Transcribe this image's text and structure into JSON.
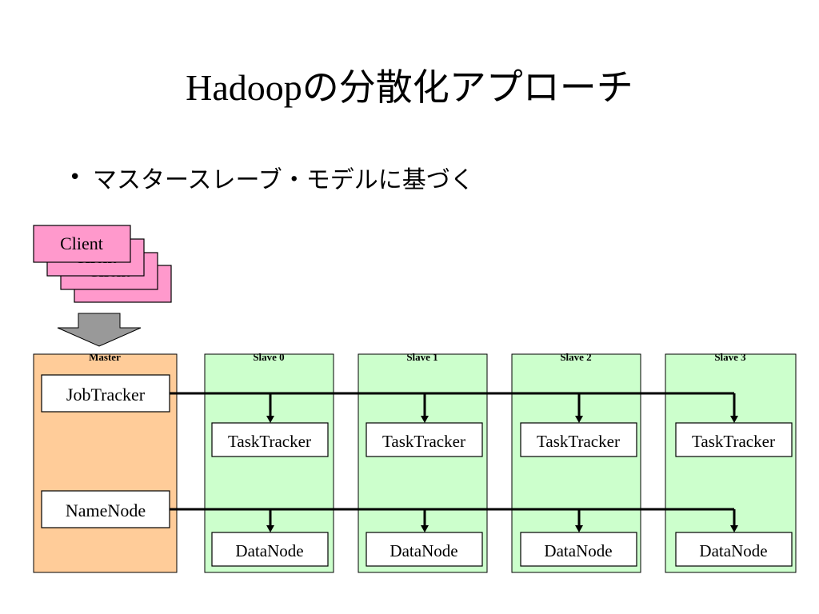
{
  "slide": {
    "title": "Hadoopの分散化アプローチ",
    "bullets": [
      "マスタースレーブ・モデルに基づく"
    ]
  },
  "diagram": {
    "clients": [
      "Client",
      "Client",
      "Client",
      "Client"
    ],
    "master": {
      "label": "Master",
      "components": [
        "JobTracker",
        "NameNode"
      ]
    },
    "slaves": [
      {
        "label": "Slave 0",
        "components": [
          "TaskTracker",
          "DataNode"
        ]
      },
      {
        "label": "Slave 1",
        "components": [
          "TaskTracker",
          "DataNode"
        ]
      },
      {
        "label": "Slave 2",
        "components": [
          "TaskTracker",
          "DataNode"
        ]
      },
      {
        "label": "Slave 3",
        "components": [
          "TaskTracker",
          "DataNode"
        ]
      }
    ],
    "colors": {
      "client_fill": "#ff99cc",
      "master_fill": "#ffcc99",
      "slave_fill": "#ccffcc",
      "arrow_fill": "#999999",
      "box_fill": "#ffffff"
    }
  }
}
